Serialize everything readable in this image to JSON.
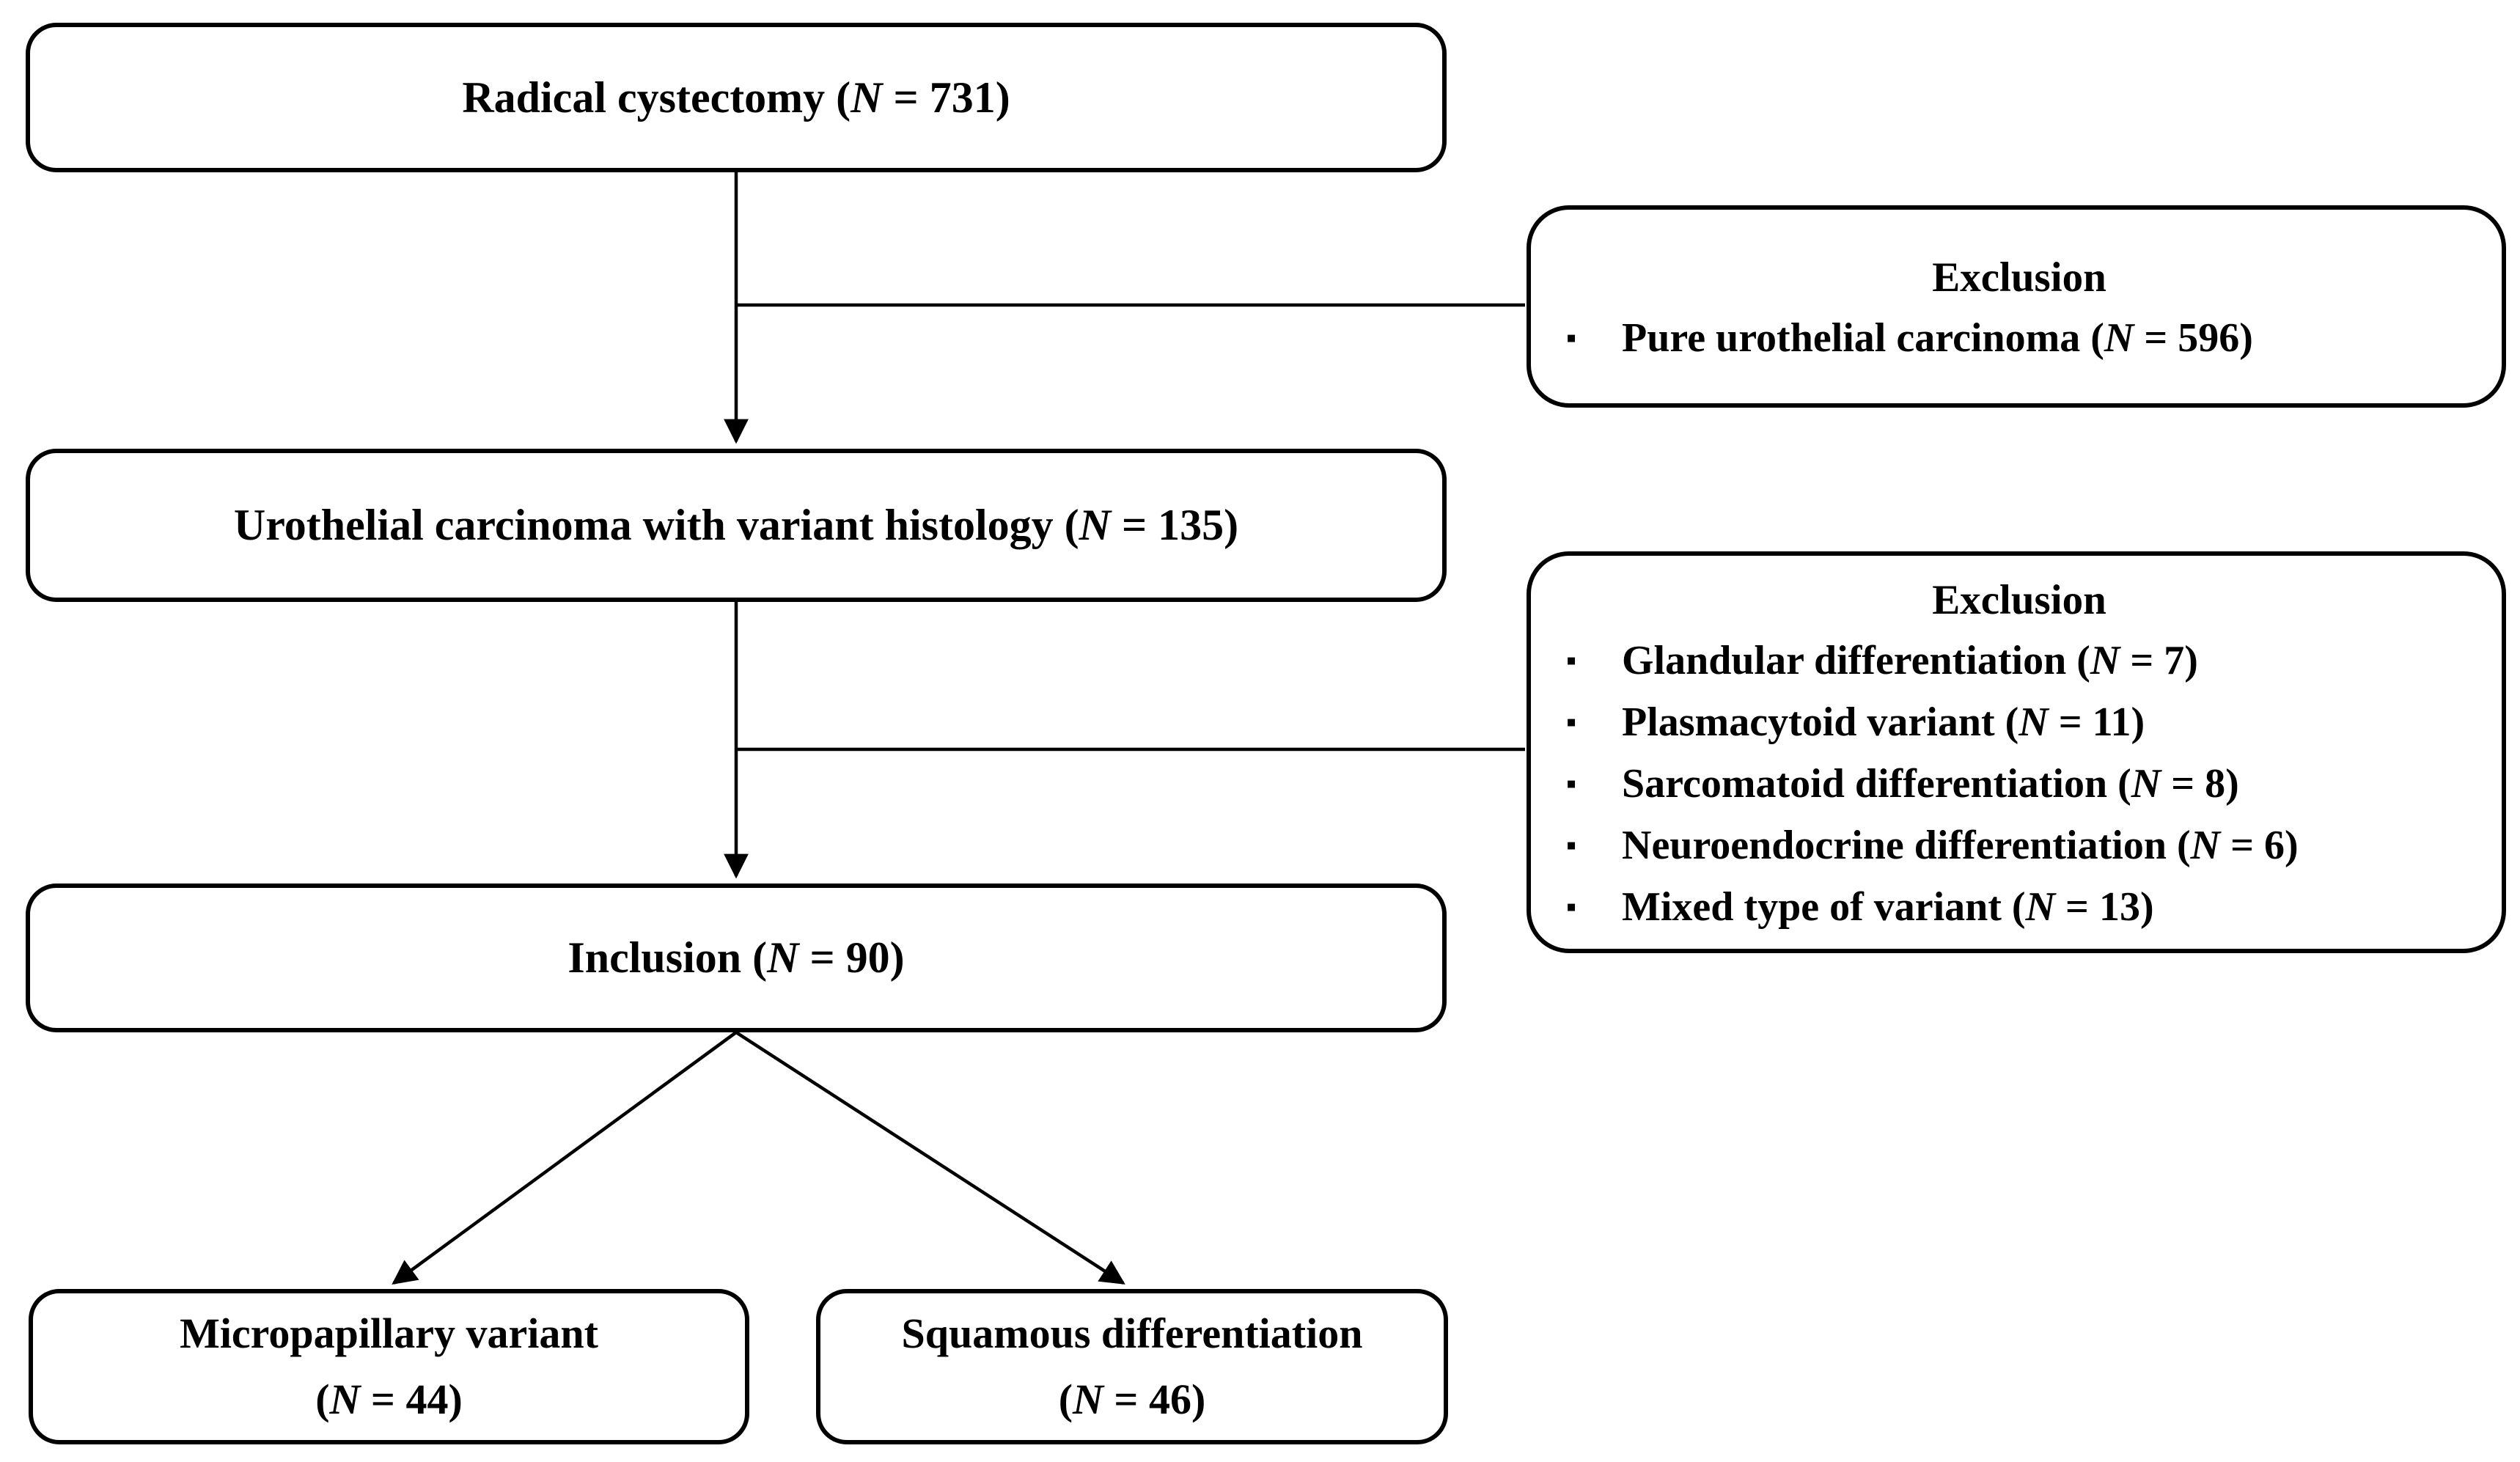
{
  "page": {
    "background_color": "#ffffff",
    "ink_color": "#000000"
  },
  "flowchart": {
    "boxes": {
      "radical_cystectomy": {
        "prefix": "Radical cystectomy (",
        "n": "N",
        "suffix": " = 731)"
      },
      "variant_histology": {
        "prefix": "Urothelial carcinoma with variant histology (",
        "n": "N",
        "suffix": " = 135)"
      },
      "inclusion": {
        "prefix": "Inclusion (",
        "n": "N",
        "suffix": " = 90)"
      },
      "micropapillary": {
        "line1": "Micropapillary variant",
        "prefix": "(",
        "n": "N",
        "suffix": " = 44)"
      },
      "squamous": {
        "line1": "Squamous differentiation",
        "prefix": "(",
        "n": "N",
        "suffix": " = 46)"
      }
    },
    "exclusion1": {
      "title": "Exclusion",
      "bullet_glyph": "▪",
      "items": [
        {
          "prefix": "Pure urothelial carcinoma (",
          "n": "N",
          "suffix": " = 596)"
        }
      ]
    },
    "exclusion2": {
      "title": "Exclusion",
      "bullet_glyph": "▪",
      "items": [
        {
          "prefix": "Glandular differentiation (",
          "n": "N",
          "suffix": " = 7)"
        },
        {
          "prefix": "Plasmacytoid variant (",
          "n": "N",
          "suffix": " = 11)"
        },
        {
          "prefix": "Sarcomatoid differentiation (",
          "n": "N",
          "suffix": " = 8)"
        },
        {
          "prefix": "Neuroendocrine differentiation (",
          "n": "N",
          "suffix": " = 6)"
        },
        {
          "prefix": "Mixed type of variant (",
          "n": "N",
          "suffix": " = 13)"
        }
      ]
    }
  }
}
